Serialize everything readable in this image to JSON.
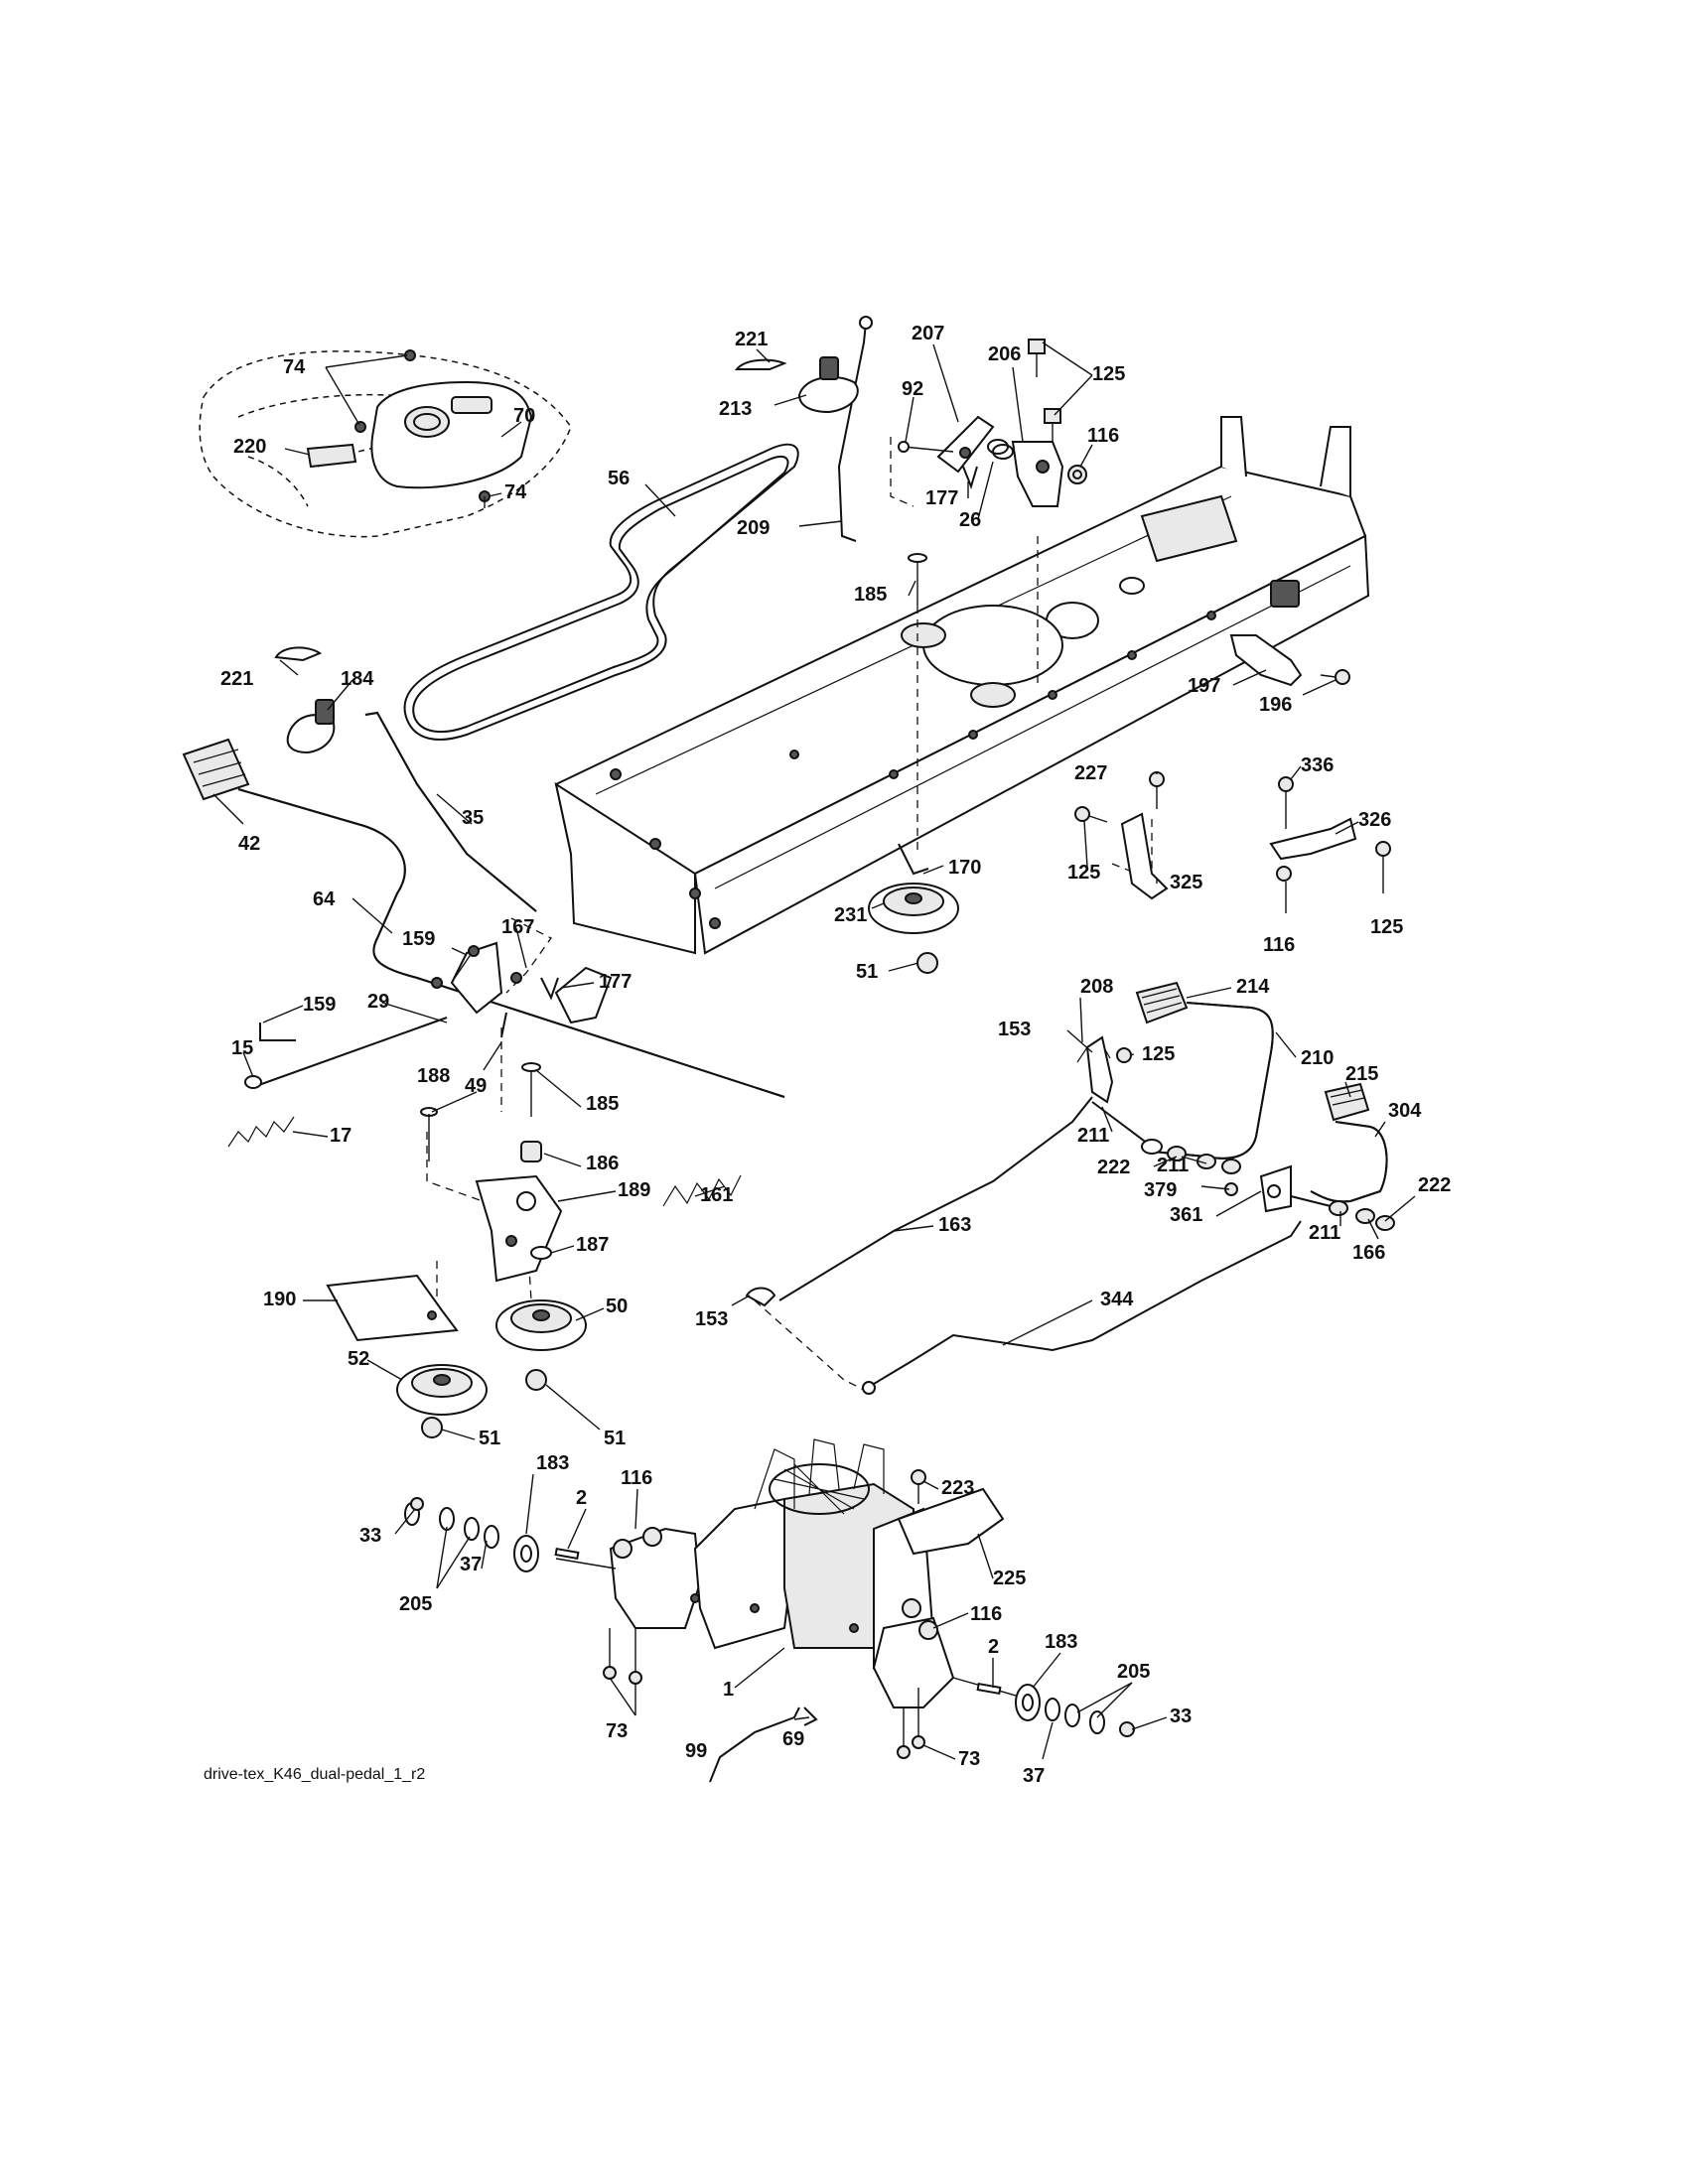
{
  "caption": "drive-tex_K46_dual-pedal_1_r2",
  "callouts": [
    {
      "id": "c221a",
      "text": "221"
    },
    {
      "id": "c207",
      "text": "207"
    },
    {
      "id": "c206",
      "text": "206"
    },
    {
      "id": "c125a",
      "text": "125"
    },
    {
      "id": "c92",
      "text": "92"
    },
    {
      "id": "c213",
      "text": "213"
    },
    {
      "id": "c116a",
      "text": "116"
    },
    {
      "id": "c74a",
      "text": "74"
    },
    {
      "id": "c70",
      "text": "70"
    },
    {
      "id": "c220",
      "text": "220"
    },
    {
      "id": "c74b",
      "text": "74"
    },
    {
      "id": "c56",
      "text": "56"
    },
    {
      "id": "c177a",
      "text": "177"
    },
    {
      "id": "c26",
      "text": "26"
    },
    {
      "id": "c209",
      "text": "209"
    },
    {
      "id": "c185a",
      "text": "185"
    },
    {
      "id": "c197",
      "text": "197"
    },
    {
      "id": "c196",
      "text": "196"
    },
    {
      "id": "c221b",
      "text": "221"
    },
    {
      "id": "c184",
      "text": "184"
    },
    {
      "id": "c227",
      "text": "227"
    },
    {
      "id": "c336",
      "text": "336"
    },
    {
      "id": "c326",
      "text": "326"
    },
    {
      "id": "c42",
      "text": "42"
    },
    {
      "id": "c35",
      "text": "35"
    },
    {
      "id": "c170",
      "text": "170"
    },
    {
      "id": "c125b",
      "text": "125"
    },
    {
      "id": "c325",
      "text": "325"
    },
    {
      "id": "c125c",
      "text": "125"
    },
    {
      "id": "c231",
      "text": "231"
    },
    {
      "id": "c116b",
      "text": "116"
    },
    {
      "id": "c64",
      "text": "64"
    },
    {
      "id": "c167",
      "text": "167"
    },
    {
      "id": "c159a",
      "text": "159"
    },
    {
      "id": "c51a",
      "text": "51"
    },
    {
      "id": "c177b",
      "text": "177"
    },
    {
      "id": "c214",
      "text": "214"
    },
    {
      "id": "c208",
      "text": "208"
    },
    {
      "id": "c159b",
      "text": "159"
    },
    {
      "id": "c29",
      "text": "29"
    },
    {
      "id": "c153a",
      "text": "153"
    },
    {
      "id": "c15",
      "text": "15"
    },
    {
      "id": "c210",
      "text": "210"
    },
    {
      "id": "c125d",
      "text": "125"
    },
    {
      "id": "c188",
      "text": "188"
    },
    {
      "id": "c49",
      "text": "49"
    },
    {
      "id": "c185b",
      "text": "185"
    },
    {
      "id": "c215",
      "text": "215"
    },
    {
      "id": "c17",
      "text": "17"
    },
    {
      "id": "c304",
      "text": "304"
    },
    {
      "id": "c211a",
      "text": "211"
    },
    {
      "id": "c186",
      "text": "186"
    },
    {
      "id": "c222a",
      "text": "222"
    },
    {
      "id": "c211b",
      "text": "211"
    },
    {
      "id": "c189",
      "text": "189"
    },
    {
      "id": "c161",
      "text": "161"
    },
    {
      "id": "c379",
      "text": "379"
    },
    {
      "id": "c222b",
      "text": "222"
    },
    {
      "id": "c361",
      "text": "361"
    },
    {
      "id": "c163",
      "text": "163"
    },
    {
      "id": "c211c",
      "text": "211"
    },
    {
      "id": "c187",
      "text": "187"
    },
    {
      "id": "c166",
      "text": "166"
    },
    {
      "id": "c190",
      "text": "190"
    },
    {
      "id": "c50",
      "text": "50"
    },
    {
      "id": "c344",
      "text": "344"
    },
    {
      "id": "c153b",
      "text": "153"
    },
    {
      "id": "c52",
      "text": "52"
    },
    {
      "id": "c51b",
      "text": "51"
    },
    {
      "id": "c51c",
      "text": "51"
    },
    {
      "id": "c183a",
      "text": "183"
    },
    {
      "id": "c116c",
      "text": "116"
    },
    {
      "id": "c223",
      "text": "223"
    },
    {
      "id": "c2a",
      "text": "2"
    },
    {
      "id": "c33a",
      "text": "33"
    },
    {
      "id": "c37a",
      "text": "37"
    },
    {
      "id": "c225",
      "text": "225"
    },
    {
      "id": "c205a",
      "text": "205"
    },
    {
      "id": "c116d",
      "text": "116"
    },
    {
      "id": "c2b",
      "text": "2"
    },
    {
      "id": "c183b",
      "text": "183"
    },
    {
      "id": "c205b",
      "text": "205"
    },
    {
      "id": "c1",
      "text": "1"
    },
    {
      "id": "c33b",
      "text": "33"
    },
    {
      "id": "c73a",
      "text": "73"
    },
    {
      "id": "c69",
      "text": "69"
    },
    {
      "id": "c99",
      "text": "99"
    },
    {
      "id": "c73b",
      "text": "73"
    },
    {
      "id": "c37b",
      "text": "37"
    }
  ]
}
